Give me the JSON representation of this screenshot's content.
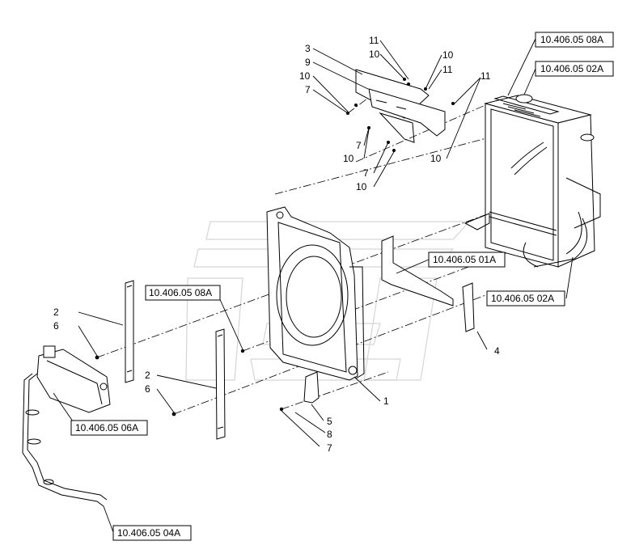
{
  "callouts": {
    "c1": "1",
    "c2a": "2",
    "c2b": "2",
    "c3": "3",
    "c4": "4",
    "c5": "5",
    "c6a": "6",
    "c6b": "6",
    "c7a": "7",
    "c7b": "7",
    "c7c": "7",
    "c7d": "7",
    "c8": "8",
    "c9": "9",
    "c10a": "10",
    "c10b": "10",
    "c10c": "10",
    "c10d": "10",
    "c10e": "10",
    "c10f": "10",
    "c11a": "11",
    "c11b": "11",
    "c11c": "11"
  },
  "references": {
    "r_top_0808A": "10.406.05 08A",
    "r_top_0502A": "10.406.05 02A",
    "r_mid_0801A": "10.406.05 01A",
    "r_mid_0502A": "10.406.05 02A",
    "r_left_0808A": "10.406.05 08A",
    "r_left_0806A": "10.406.05 06A",
    "r_bot_0804A": "10.406.05 04A"
  }
}
